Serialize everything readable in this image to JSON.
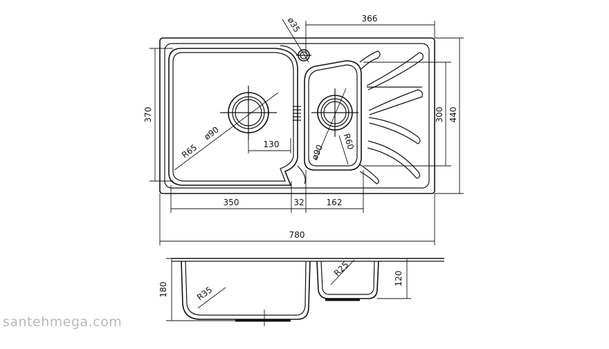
{
  "drawing": {
    "dimensions": {
      "overall_width": "780",
      "overall_height": "440",
      "left_bowl_width": "350",
      "divider_width": "32",
      "right_bowl_width": "162",
      "right_section_width": "366",
      "left_bowl_height": "370",
      "drainboard_height": "300",
      "tap_hole_diameter": "ø35",
      "left_drain_diameter": "ø90",
      "right_drain_diameter": "ø90",
      "left_corner_radius": "R65",
      "right_corner_radius": "R60",
      "drain_offset": "130",
      "left_depth": "180",
      "right_depth": "120",
      "left_bottom_radius": "R35",
      "right_bottom_radius": "R25"
    },
    "watermark": "santehmega.com"
  }
}
